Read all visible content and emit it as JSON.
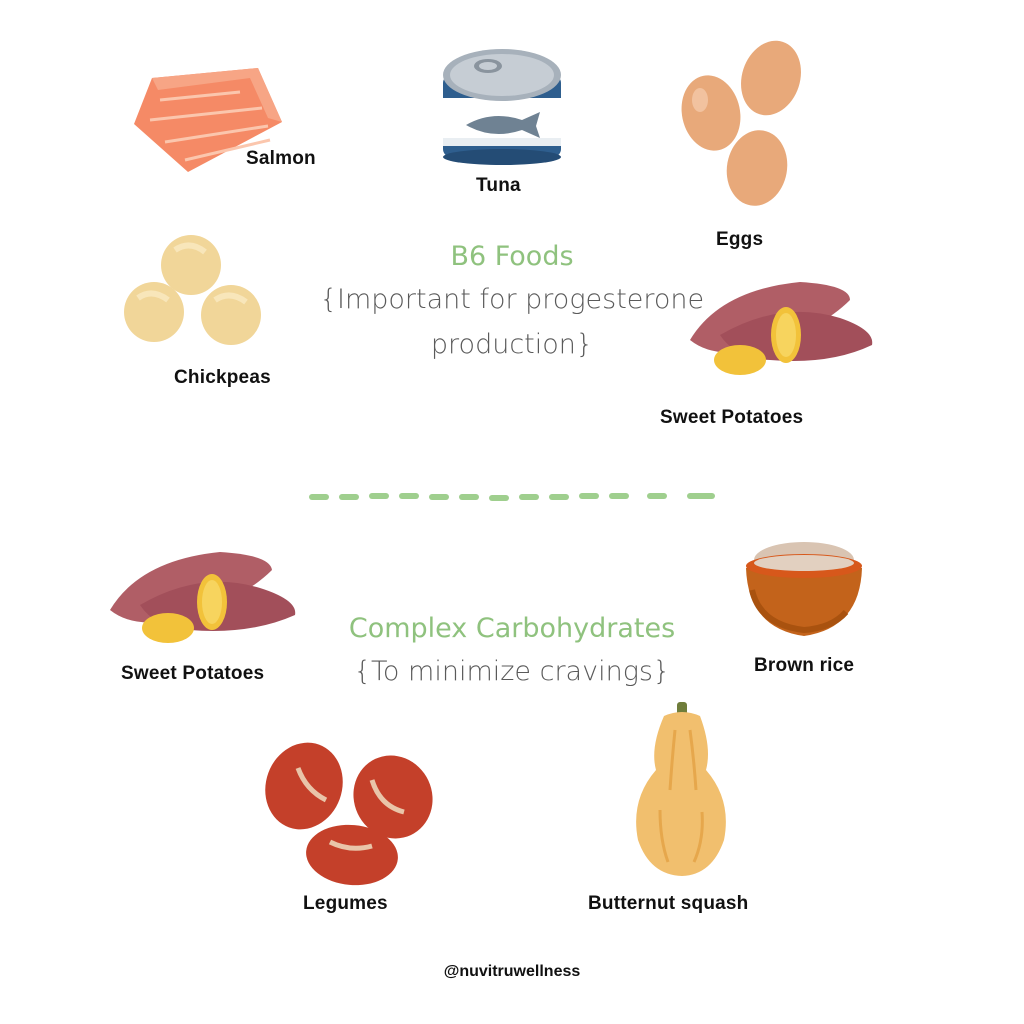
{
  "section_b6": {
    "title": "B6 Foods",
    "subtitle_line1": "{Important for progesterone",
    "subtitle_line2": "production}",
    "items": [
      "Salmon",
      "Tuna",
      "Eggs",
      "Chickpeas",
      "Sweet Potatoes"
    ]
  },
  "section_carbs": {
    "title": "Complex Carbohydrates",
    "subtitle": "{To minimize cravings}",
    "items": [
      "Sweet Potatoes",
      "Brown rice",
      "Legumes",
      "Butternut squash"
    ]
  },
  "footer": {
    "handle": "@nuvitruwellness"
  },
  "colors": {
    "accent_green": "#8fc27e",
    "subtitle_gray": "#5a5a5a",
    "label_black": "#111111"
  }
}
